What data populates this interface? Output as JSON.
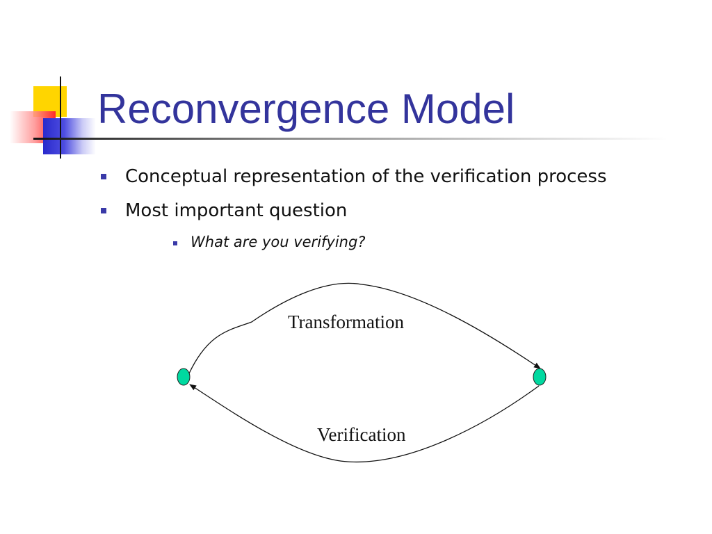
{
  "slide": {
    "title": "Reconvergence Model",
    "bullets": [
      {
        "level": 1,
        "text": "Conceptual representation of the verification process"
      },
      {
        "level": 1,
        "text": "Most important question"
      },
      {
        "level": 2,
        "text": "What are you verifying?"
      }
    ]
  },
  "diagram": {
    "top_arc_label": "Transformation",
    "bottom_arc_label": "Verification",
    "node_color": "#00d9a0"
  },
  "colors": {
    "title": "#33349c",
    "bullet_marker": "#3a3aa8",
    "accent_yellow": "#ffd500",
    "accent_red": "#ff2a2a",
    "accent_blue": "#2a2acc"
  }
}
